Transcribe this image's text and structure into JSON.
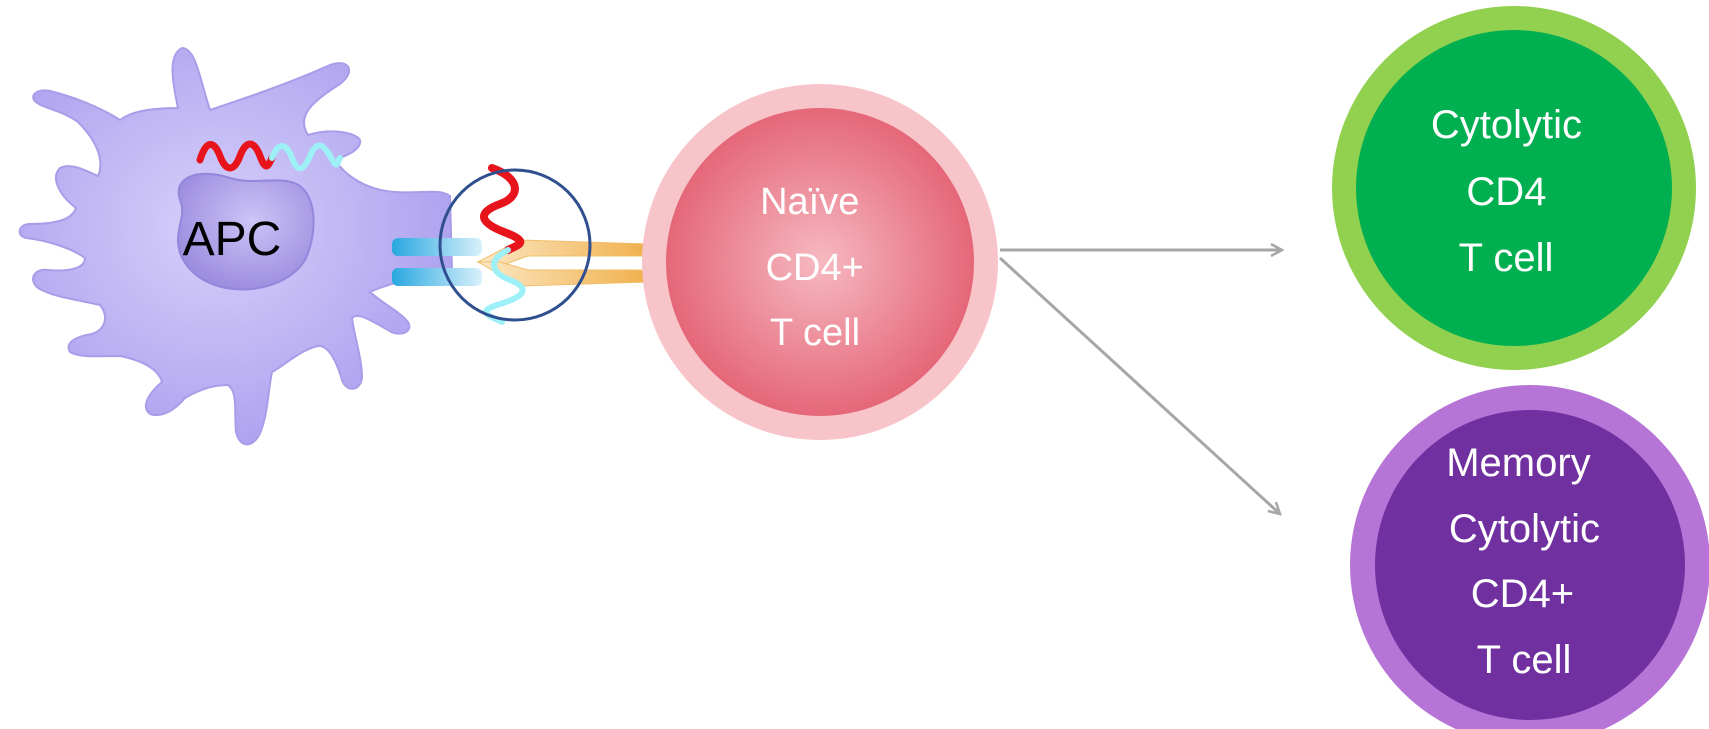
{
  "apc": {
    "label": "APC"
  },
  "naive": {
    "lines": [
      "Naïve",
      "CD4+",
      "T cell"
    ]
  },
  "cytolytic": {
    "lines": [
      "Cytolytic",
      "CD4",
      "T cell"
    ]
  },
  "memory": {
    "lines": [
      "Memory",
      "Cytolytic",
      "CD4+",
      "T cell"
    ]
  },
  "colors": {
    "apc_body": "#b7aef2",
    "apc_nucleus": "#a89ae6",
    "peptide_red": "#e8141c",
    "peptide_cyan": "#9ef0f7",
    "naive_outer": "#f7c4ca",
    "naive_inner": "#e76777",
    "cytolytic_outer": "#92d050",
    "cytolytic_inner": "#00b050",
    "memory_outer": "#b574d6",
    "memory_inner": "#7030a0",
    "arrow": "#a6a6a6",
    "synapse_ring": "#2f4f8f"
  }
}
